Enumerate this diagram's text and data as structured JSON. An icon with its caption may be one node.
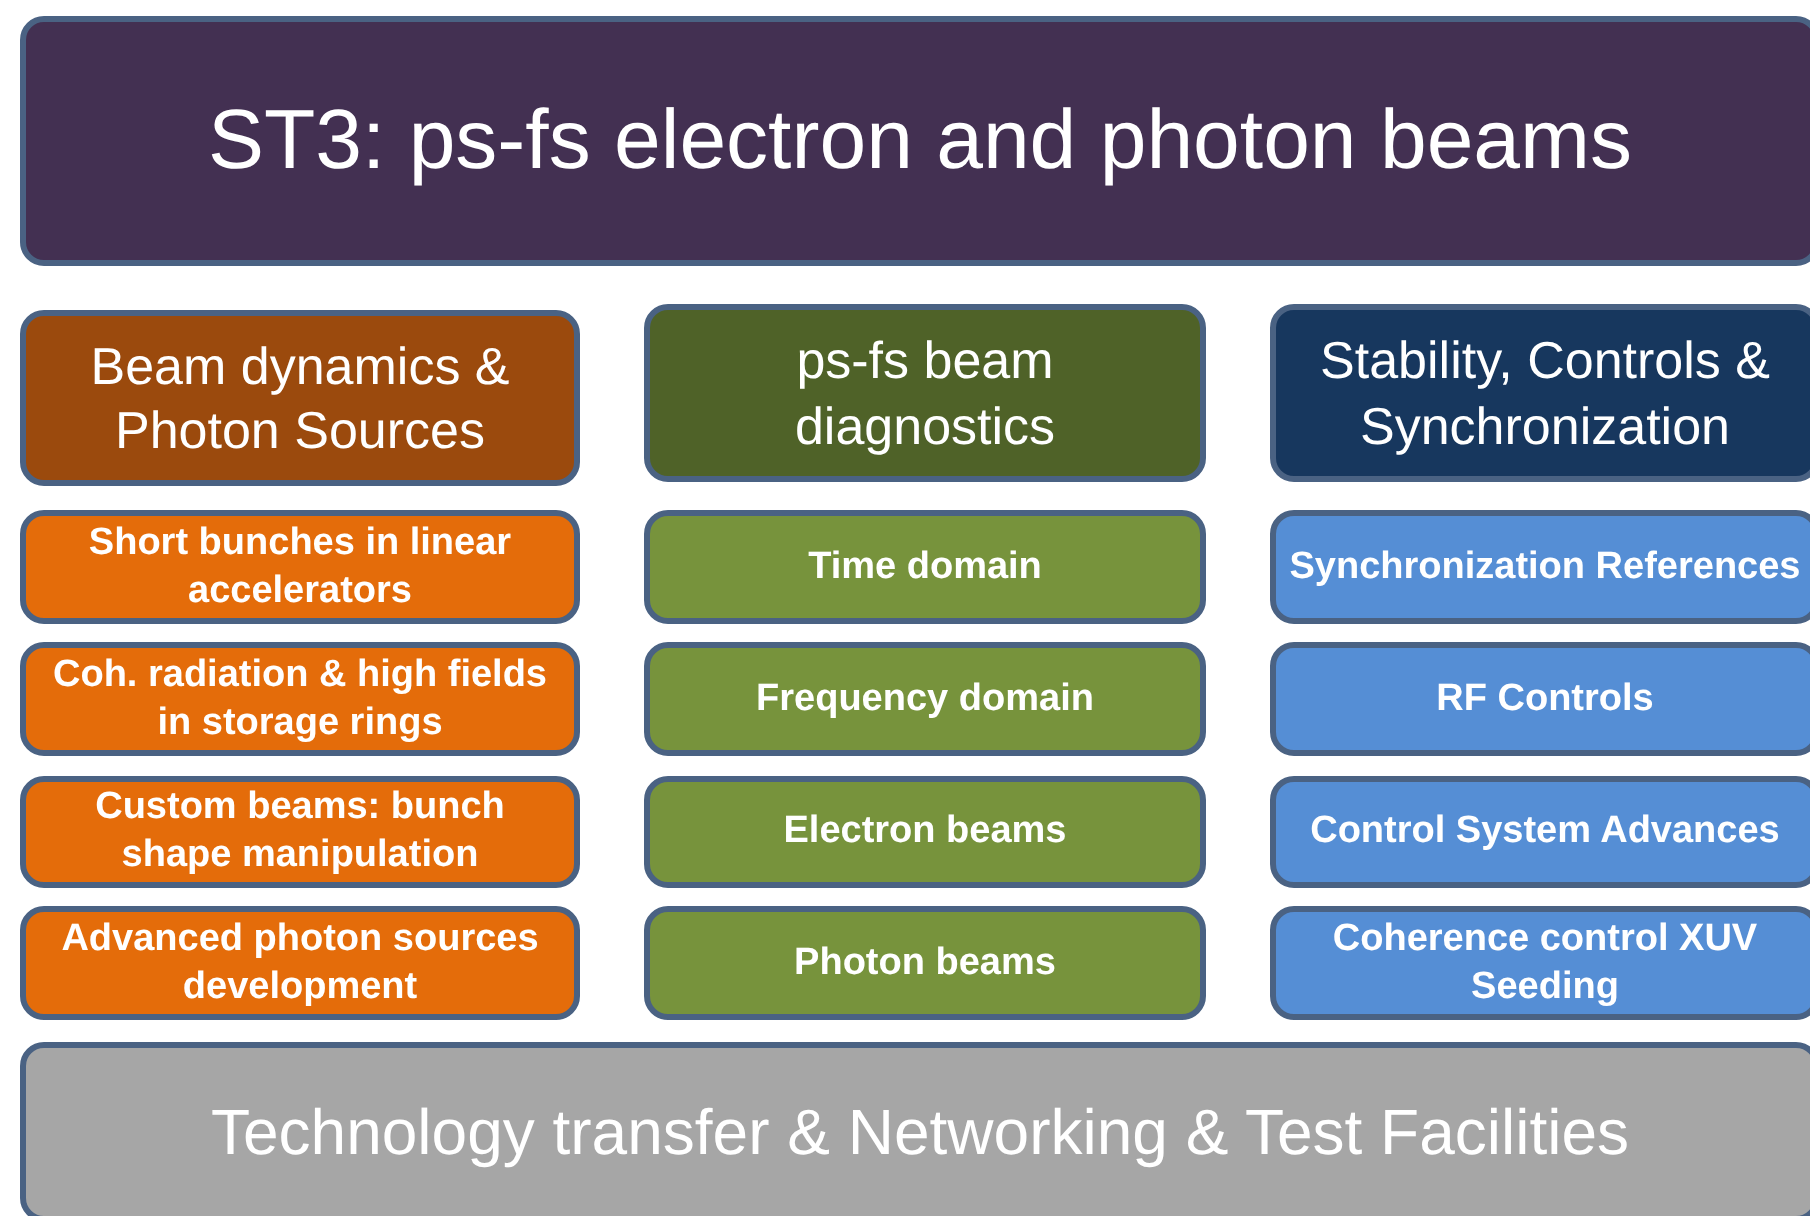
{
  "diagram": {
    "nodes": [
      {
        "text": [
          "ST3: ps-fs electron and photon beams"
        ]
      },
      {
        "text": [
          "Beam dynamics & Photon Sources"
        ]
      },
      {
        "text": [
          "Short bunches in linear accelerators"
        ]
      },
      {
        "text": [
          "Coh. radiation & high fields in storage rings"
        ]
      },
      {
        "text": [
          "Custom beams: bunch shape manipulation"
        ]
      },
      {
        "text": [
          "Advanced photon sources development"
        ]
      },
      {
        "text": [
          "ps-fs beam diagnostics"
        ]
      },
      {
        "text": [
          "Time domain"
        ]
      },
      {
        "text": [
          "Frequency domain"
        ]
      },
      {
        "text": [
          "Electron beams"
        ]
      },
      {
        "text": [
          "Photon beams"
        ]
      },
      {
        "text": [
          "Stability, Controls & Synchronization"
        ]
      },
      {
        "text": [
          "Synchronization References"
        ]
      },
      {
        "text": [
          "RF Controls"
        ]
      },
      {
        "text": [
          "Control System Advances"
        ]
      },
      {
        "text": [
          "Coherence control XUV Seeding"
        ]
      },
      {
        "text": [
          "Technology transfer & Networking & Test Facilities"
        ]
      }
    ]
  }
}
